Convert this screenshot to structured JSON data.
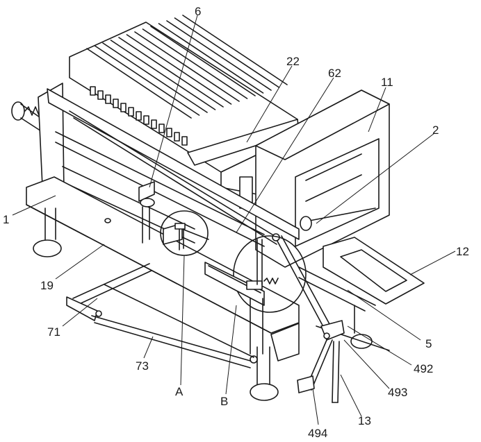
{
  "labels": {
    "l1": "1",
    "l2": "2",
    "l5": "5",
    "l6": "6",
    "l11": "11",
    "l12": "12",
    "l13": "13",
    "l19": "19",
    "l22": "22",
    "l62": "62",
    "l71": "71",
    "l73": "73",
    "lA": "A",
    "lB": "B",
    "l492": "492",
    "l493": "493",
    "l494": "494"
  },
  "colors": {
    "line": "#1a1a1a",
    "background": "#ffffff"
  }
}
